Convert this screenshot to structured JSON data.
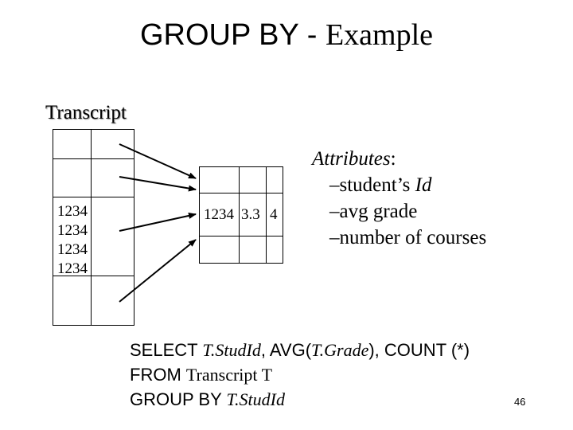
{
  "slide": {
    "title_main": "GROUP BY",
    "title_sep": " - ",
    "title_sub": "Example",
    "page_number": "46"
  },
  "transcript": {
    "label": "Transcript",
    "ids": [
      "1234",
      "1234",
      "1234",
      "1234"
    ]
  },
  "result_table": {
    "id": "1234",
    "avg": "3.3",
    "count": "4"
  },
  "attributes": {
    "heading": "Attributes",
    "heading_suffix": ":",
    "dash": "–",
    "item1_text": "student’s ",
    "item1_em": "Id",
    "item2": "avg grade",
    "item3": "number of courses"
  },
  "query": {
    "select_kw": "SELECT ",
    "select_col": "T.StudId",
    "select_comma1": ", ",
    "avg_fn": "AVG(",
    "avg_col": "T.Grade",
    "avg_close": "), ",
    "count_fn": "COUNT (*)",
    "from_kw": "FROM ",
    "from_table": "Transcript T",
    "group_kw": "GROUP BY ",
    "group_col": "T.StudId"
  }
}
